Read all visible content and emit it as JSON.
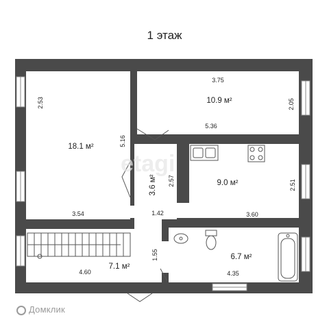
{
  "floor_title": "1 этаж",
  "watermark": "etagi",
  "logo_text": "Домклик",
  "colors": {
    "wall": "#4a4a4a",
    "floor": "#ffffff",
    "line": "#555555"
  },
  "rooms": [
    {
      "id": "room-a",
      "area": "18.1 м²",
      "dims": [
        "2.53",
        "5.16",
        "3.54"
      ]
    },
    {
      "id": "room-b",
      "area": "10.9 м²",
      "dims": [
        "3.75",
        "2.05",
        "5.36"
      ]
    },
    {
      "id": "hall",
      "area": "3.6 м²",
      "dims": [
        "2.57",
        "1.42"
      ]
    },
    {
      "id": "kitchen",
      "area": "9.0 м²",
      "dims": [
        "2.51",
        "3.60"
      ]
    },
    {
      "id": "stair-hall",
      "area": "7.1 м²",
      "dims": [
        "4.60",
        "1.55"
      ]
    },
    {
      "id": "bathroom",
      "area": "6.7 м²",
      "dims": [
        "4.35"
      ]
    }
  ]
}
